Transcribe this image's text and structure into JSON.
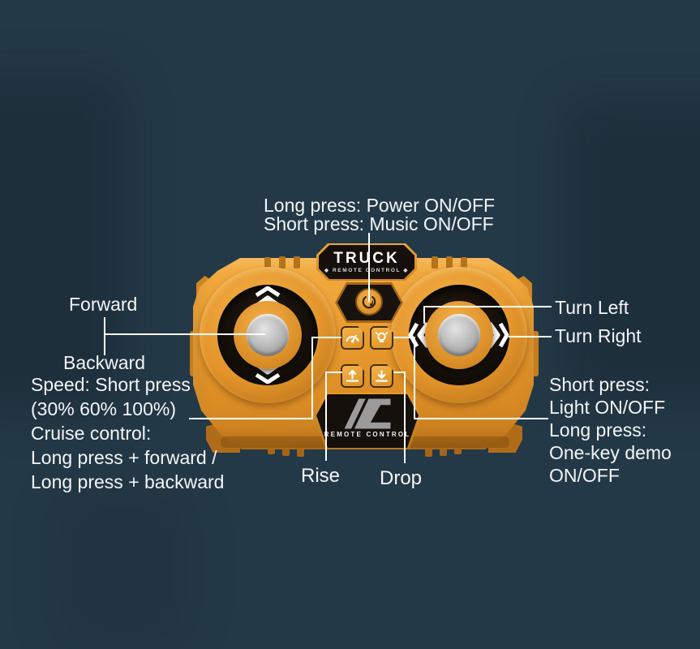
{
  "colors": {
    "background": "#243947",
    "body_orange": "#E89A2D",
    "body_dark_orange": "#C07A1E",
    "panel_black": "#17120D",
    "stick_gray": "#ABABAB",
    "logo_gray": "#9B9B9B",
    "annotation_white": "#F4F6F7"
  },
  "annotations": {
    "power": {
      "line1": "Long press: Power ON/OFF",
      "line2": "Short press: Music ON/OFF"
    },
    "forward": "Forward",
    "backward": "Backward",
    "speed_block": [
      "Speed: Short press",
      "(30% 60% 100%)",
      "Cruise control:",
      "Long press + forward /",
      "Long press + backward"
    ],
    "turn_left": "Turn Left",
    "turn_right": "Turn Right",
    "light_block": [
      "Short press:",
      "Light ON/OFF",
      "Long press:",
      "One-key demo",
      "ON/OFF"
    ],
    "rise": "Rise",
    "drop": "Drop"
  },
  "remote": {
    "brand": "TRUCK",
    "brand_subtitle": "◆ REMOTE CONTROL ◆",
    "bottom_label": "REMOTE CONTROL",
    "icons": {
      "power_button": "power-symbol-with-music-note",
      "left_joystick": "double-chevrons-up-down",
      "right_joystick": "double-chevrons-left-right",
      "speed_button": "speed-gauge",
      "light_button": "light-bulb",
      "rise_button": "arrow-up-over-bed",
      "drop_button": "arrow-down-over-bed"
    }
  }
}
